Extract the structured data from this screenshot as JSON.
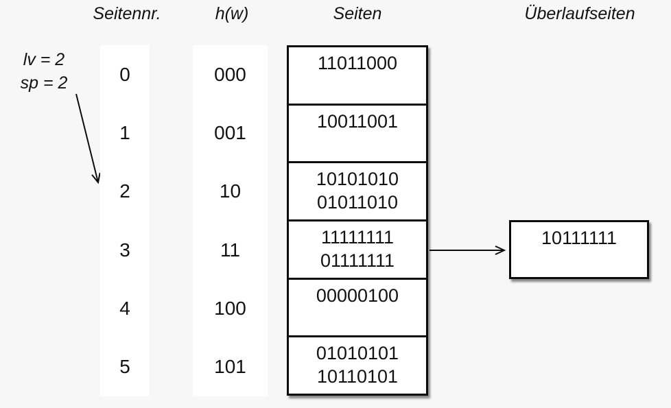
{
  "headers": {
    "page_no": "Seitennr.",
    "hash_fn": "h(w)",
    "pages": "Seiten",
    "overflow": "Überlaufseiten"
  },
  "annotation": {
    "level": "lv = 2",
    "split_pointer": "sp = 2",
    "points_to_page_no": "2"
  },
  "table": {
    "rows": [
      {
        "page_no": "0",
        "hash": "000",
        "line1": "11011000",
        "line2": ""
      },
      {
        "page_no": "1",
        "hash": "001",
        "line1": "10011001",
        "line2": ""
      },
      {
        "page_no": "2",
        "hash": "10",
        "line1": "10101010",
        "line2": "01011010"
      },
      {
        "page_no": "3",
        "hash": "11",
        "line1": "11111111",
        "line2": "01111111"
      },
      {
        "page_no": "4",
        "hash": "100",
        "line1": "00000100",
        "line2": ""
      },
      {
        "page_no": "5",
        "hash": "101",
        "line1": "01010101",
        "line2": "10110101"
      }
    ]
  },
  "overflow_page": {
    "line1": "10111111",
    "linked_from_page_no": "3"
  },
  "colors": {
    "background": "#f7f7f7",
    "box_fill": "#ffffff",
    "line": "#0b0b0b"
  }
}
